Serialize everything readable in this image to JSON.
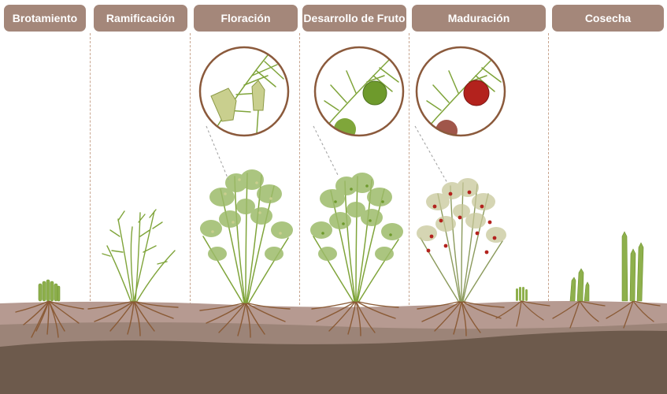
{
  "stages": [
    {
      "id": "brotamiento",
      "label": "Brotamiento"
    },
    {
      "id": "ramificacion",
      "label": "Ramificación"
    },
    {
      "id": "floracion",
      "label": "Floración"
    },
    {
      "id": "desarrollo-fruto",
      "label": "Desarrollo de Fruto"
    },
    {
      "id": "maduracion",
      "label": "Maduración"
    },
    {
      "id": "cosecha",
      "label": "Cosecha"
    }
  ],
  "colors": {
    "tab": "#a4877a",
    "tab_text": "#ffffff",
    "divider": "#c8a58f",
    "soil_top": "#b69a91",
    "soil_mid": "#9c8478",
    "soil_dark": "#6d5a4c",
    "root": "#8a5a35",
    "stem": "#7fa43a",
    "foliage": "#9dbb6a",
    "flower": "#c9cf8e",
    "fruit_green": "#6e9a2c",
    "fruit_red": "#b3221d",
    "circle_border": "#8b5a3c"
  },
  "detail_circles": [
    {
      "stage": "floracion",
      "content": "flower-buds"
    },
    {
      "stage": "desarrollo-fruto",
      "content": "green-berry"
    },
    {
      "stage": "maduracion",
      "content": "red-berry"
    }
  ]
}
